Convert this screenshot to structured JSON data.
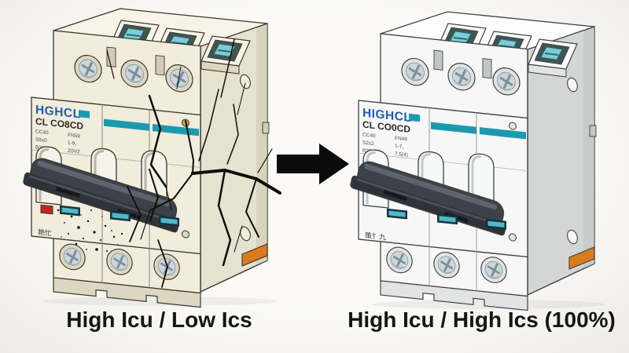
{
  "scene": {
    "type": "comparison-illustration",
    "subject": "3-pole miniature circuit breakers, damaged vs intact",
    "left_caption": "High Icu / Low Ics",
    "right_caption": "High Icu / High Ics (100%)"
  },
  "breaker_left": {
    "brand": "HGHCL",
    "model": "CL CO8CD",
    "specs": [
      "CC40",
      "FN59",
      "S5s0",
      "1-9,",
      "B230K9",
      "Z0V2"
    ],
    "mark": "艳忙",
    "condition": "cracked housing"
  },
  "breaker_right": {
    "brand": "HIGHCL",
    "model": "CL CO0CD",
    "specs": [
      "CC40",
      "FN49",
      "S2s2",
      "1-7,",
      "B20QT9",
      "7,5(4)"
    ],
    "mark": "策忄九",
    "condition": "intact housing"
  },
  "colors": {
    "teal-stripe": "#1b9aad",
    "indicator-teal": "#4fb9c9",
    "indicator-border": "#17333d",
    "brand-blue": "#1c5fb0",
    "alarm-red": "#c6231c",
    "din-orange": "#d97a20",
    "toggle-dark": "#3c4249",
    "arrow-black": "#0b0b0b",
    "caption-ink": "#161616",
    "gold-rivet": "#c9a94e"
  }
}
